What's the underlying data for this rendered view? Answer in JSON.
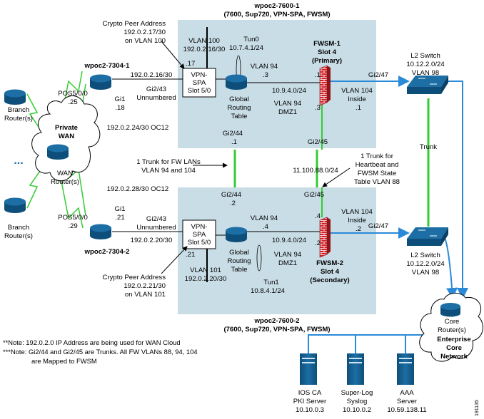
{
  "devices": {
    "router1": {
      "name": "wpoc2-7600-1",
      "desc": "(7600, Sup720, VPN-SPA, FWSM)"
    },
    "router2": {
      "name": "wpoc2-7600-2",
      "desc": "(7600, Sup720, VPN-SPA, FWSM)"
    },
    "vpnspa1": {
      "line1": "VPN-",
      "line2": "SPA",
      "line3": "Slot 5/0"
    },
    "vpnspa2": {
      "line1": "VPN-",
      "line2": "SPA",
      "line3": "Slot 5/0"
    },
    "fwsm1": {
      "line1": "FWSM-1",
      "line2": "Slot 4",
      "line3": "(Primary)"
    },
    "fwsm2": {
      "line1": "FWSM-2",
      "line2": "Slot 4",
      "line3": "(Secondary)"
    },
    "grt1": {
      "line1": "Global",
      "line2": "Routing",
      "line3": "Table"
    },
    "grt2": {
      "line1": "Global",
      "line2": "Routing",
      "line3": "Table"
    },
    "wan1": {
      "name": "wpoc2-7304-1"
    },
    "wan2": {
      "name": "wpoc2-7304-2"
    },
    "branch1": {
      "line1": "Branch",
      "line2": "Router(s)"
    },
    "branch2": {
      "line1": "Branch",
      "line2": "Router(s)"
    },
    "branch_ellipsis": "...",
    "private_wan": {
      "line1": "Private",
      "line2": "WAN"
    },
    "wan_routers": {
      "line1": "WAN",
      "line2": "Router(s)"
    },
    "l2switch1": {
      "line1": "L2 Switch",
      "line2": "10.12.2.0/24",
      "line3": "VLAN 98"
    },
    "l2switch2": {
      "line1": "L2 Switch",
      "line2": "10.12.2.0/24",
      "line3": "VLAN 98"
    },
    "trunk": "Trunk",
    "core": {
      "line1": "Core",
      "line2": "Router(s)",
      "line3": "Enterprise",
      "line4": "Core",
      "line5": "Network"
    },
    "servers": [
      {
        "line1": "IOS CA",
        "line2": "PKI Server",
        "line3": "10.10.0.3"
      },
      {
        "line1": "Super-Log",
        "line2": "Syslog",
        "line3": "10.10.0.2"
      },
      {
        "line1": "AAA",
        "line2": "Server",
        "line3": "10.59.138.11"
      }
    ]
  },
  "labels": {
    "crypto1": {
      "line1": "Crypto Peer Address",
      "line2": "192.0.2.17/30",
      "line3": "on VLAN 100"
    },
    "crypto2": {
      "line1": "Crypto Peer Address",
      "line2": "192.0.2.21/30",
      "line3": "on VLAN 101"
    },
    "vlan100": {
      "line1": "VLAN 100",
      "line2": "192.0.2.16/30"
    },
    "vlan101": {
      "line1": "VLAN 101",
      "line2": "192.0.2.20/30"
    },
    "dot17": ".17",
    "dot21": ".21",
    "tun0": {
      "line1": "Tun0",
      "line2": "10.7.4.1/24"
    },
    "tun1": {
      "line1": "Tun1",
      "line2": "10.8.4.1/24"
    },
    "vlan94_top": {
      "line1": "VLAN 94",
      "line2": ".3"
    },
    "vlan94_bot": {
      "line1": "VLAN 94",
      "line2": ".4"
    },
    "fw_dot1_top": ".1",
    "fw_dot3_top": ".3",
    "net_top": "10.9.4.0/24",
    "net_bot": "10.9.4.0/24",
    "dmz_top": {
      "line1": "VLAN 94",
      "line2": "DMZ1"
    },
    "dmz_bot": {
      "line1": "VLAN 94",
      "line2": "DMZ1"
    },
    "inside_top": {
      "line1": "VLAN 104",
      "line2": "Inside",
      "line3": ".1"
    },
    "inside_bot": {
      "line1": "VLAN 104",
      "line2": "Inside",
      "line3": ".2"
    },
    "gi247_top": "Gi2/47",
    "gi247_bot": "Gi2/47",
    "net192_16": "192.0.2.16/30",
    "net192_20": "192.0.2.20/30",
    "gi243_top": {
      "line1": "Gi2/43",
      "line2": "Unnumbered"
    },
    "gi243_bot": {
      "line1": "Gi2/43",
      "line2": "Unnumbered"
    },
    "pos_top": {
      "line1": "POS5/0/0",
      "line2": ".25"
    },
    "pos_bot": {
      "line1": "POS5/0/0",
      "line2": ".29"
    },
    "gi1_top": {
      "line1": "Gi1",
      "line2": ".18"
    },
    "gi1_bot": {
      "line1": "Gi1",
      "line2": ".21"
    },
    "oc12_top": "192.0.2.24/30 OC12",
    "oc12_bot": "192.0.2.28/30 OC12",
    "gi244_top": {
      "line1": "Gi2/44",
      "line2": ".1"
    },
    "gi244_bot": {
      "line1": "Gi2/44",
      "line2": ".2"
    },
    "gi245_top": "Gi2/45",
    "gi245_bot": "Gi2/45",
    "fw_dot4_bot": ".4",
    "fw_dot2_bot": ".2",
    "trunk_fw": {
      "line1": "1 Trunk for FW LANs",
      "line2": "VLAN 94 and 104"
    },
    "trunk_hb": {
      "line1": "1 Trunk for",
      "line2": "Heartbeat and",
      "line3": "FWSM State",
      "line4": "Table VLAN 88"
    },
    "net_11100": "11.100.88.0/24"
  },
  "notes": {
    "note1": "**Note: 192.0.2.0 IP Address are being used for WAN Cloud",
    "note2": "***Note: Gi2/44 and Gi2/45 are Trunks. All FW VLANs 88, 94, 104",
    "note3": "are Mapped to FWSM"
  },
  "figure_id": "191135",
  "colors": {
    "chassis": "#c9dde6",
    "link_blue": "#2a8ad8",
    "trunk_green": "#33cc33",
    "router": "#1c6ea4",
    "firewall": "#d2232a"
  }
}
